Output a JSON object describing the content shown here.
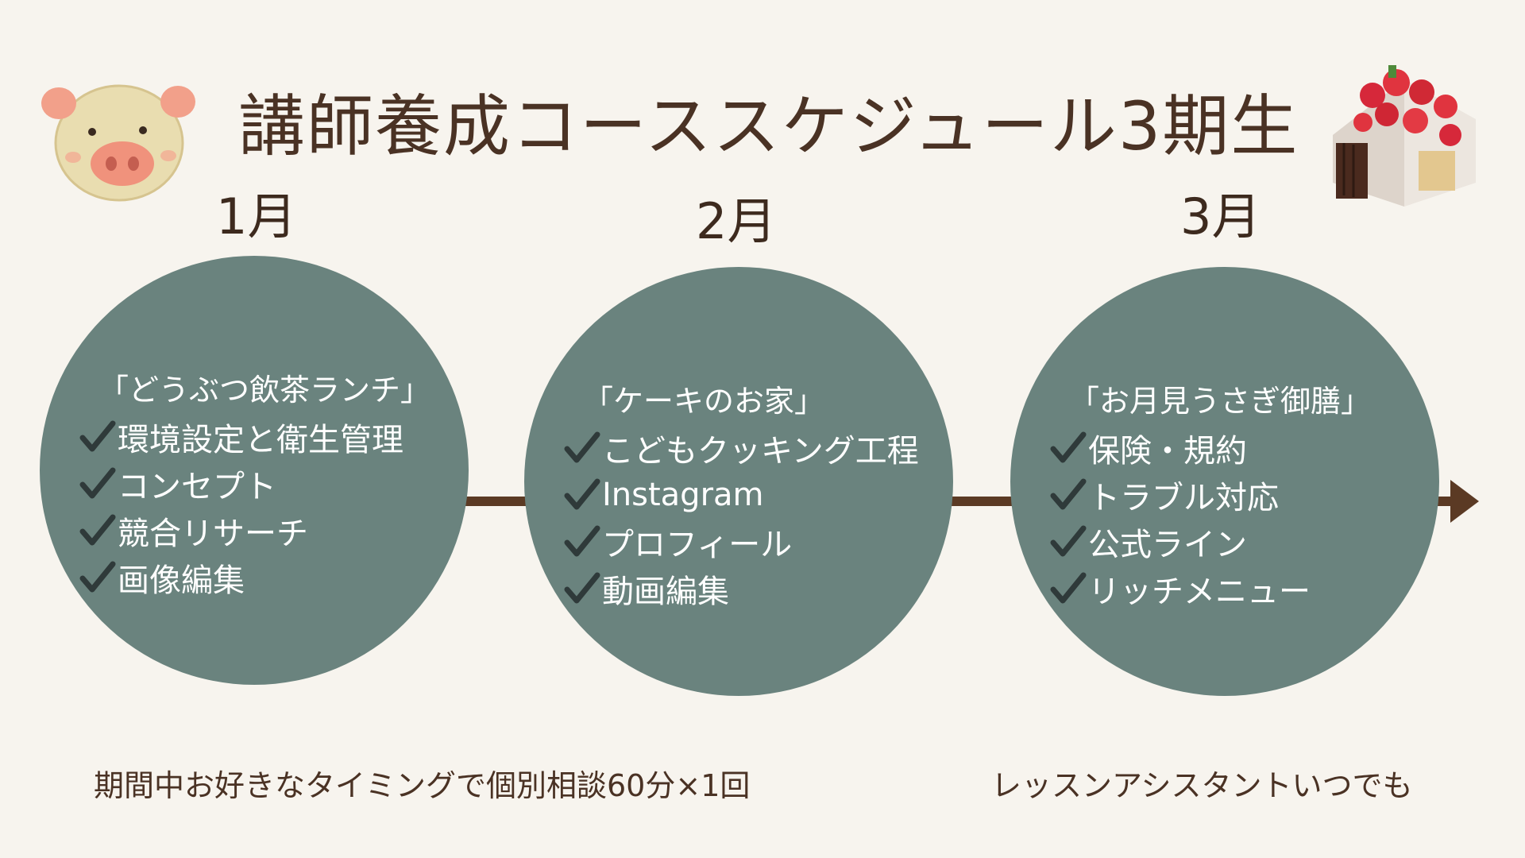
{
  "title": "講師養成コーススケジュール3期生",
  "colors": {
    "background": "#f7f4ee",
    "circle": "#6a837e",
    "arrow": "#5b3a24",
    "text": "#4a3224"
  },
  "months": [
    {
      "label": "1月",
      "heading": "「どうぶつ飲茶ランチ」",
      "items": [
        "環境設定と衛生管理",
        "コンセプト",
        "競合リサーチ",
        "画像編集"
      ]
    },
    {
      "label": "2月",
      "heading": "「ケーキのお家」",
      "items": [
        "こどもクッキング工程",
        "Instagram",
        "プロフィール",
        "動画編集"
      ]
    },
    {
      "label": "3月",
      "heading": "「お月見うさぎ御膳」",
      "items": [
        "保険・規約",
        "トラブル対応",
        "公式ライン",
        "リッチメニュー"
      ]
    }
  ],
  "footer": {
    "left": "期間中お好きなタイミングで個別相談60分×1回",
    "right": "レッスンアシスタントいつでも"
  },
  "icons": {
    "check": "check-icon",
    "pig": "pig-bun-image",
    "cake": "strawberry-cake-house-image",
    "arrow": "arrow-right-icon"
  }
}
